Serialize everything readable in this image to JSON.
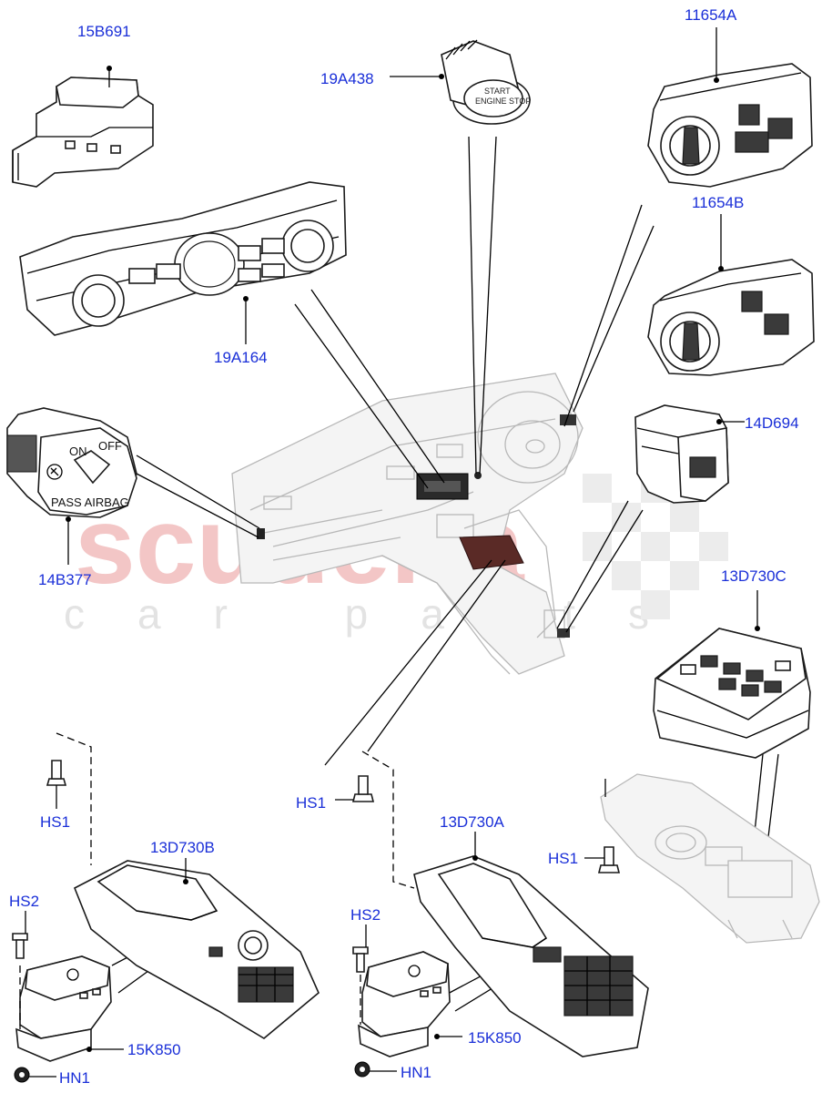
{
  "watermark": {
    "brand": "scuderia",
    "tagline": "car parts"
  },
  "parts": {
    "p15B691": "15B691",
    "p19A438": "19A438",
    "p11654A": "11654A",
    "p11654B": "11654B",
    "p19A164": "19A164",
    "p14D694": "14D694",
    "p14B377": "14B377",
    "p13D730C": "13D730C",
    "p13D730B": "13D730B",
    "p13D730A": "13D730A",
    "hs1_left": "HS1",
    "hs1_mid": "HS1",
    "hs1_right": "HS1",
    "hs2_left": "HS2",
    "hs2_mid": "HS2",
    "p15K850_left": "15K850",
    "p15K850_mid": "15K850",
    "hn1_left": "HN1",
    "hn1_mid": "HN1"
  },
  "switch_text": {
    "start_line1": "START",
    "start_line2": "ENGINE STOP",
    "on": "ON",
    "off": "OFF",
    "pass_airbag": "PASS  AIRBAG"
  }
}
